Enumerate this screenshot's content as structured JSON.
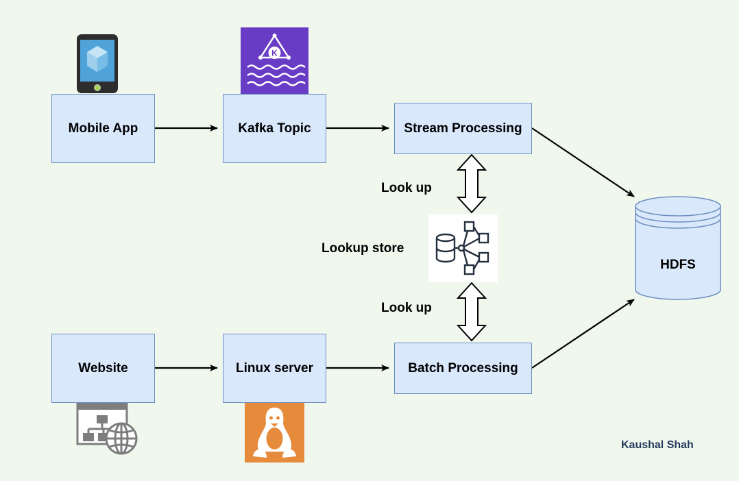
{
  "nodes": {
    "mobile_app": "Mobile App",
    "kafka_topic": "Kafka Topic",
    "stream_processing": "Stream Processing",
    "website": "Website",
    "linux_server": "Linux server",
    "batch_processing": "Batch Processing",
    "hdfs": "HDFS"
  },
  "labels": {
    "lookup_top": "Look up",
    "lookup_bottom": "Look up",
    "lookup_store": "Lookup store"
  },
  "author": "Kaushal Shah",
  "colors": {
    "background": "#f0f8ee",
    "box_fill": "#dae8fc",
    "box_border": "#6c8ebf",
    "kafka_icon": "#693cc5",
    "linux_icon": "#e68a3c",
    "phone_screen": "#4fa3d8"
  },
  "icons": [
    "mobile-phone-icon",
    "kafka-icon",
    "website-sitemap-globe-icon",
    "linux-tux-icon",
    "database-network-icon",
    "hdfs-cylinder-icon"
  ]
}
